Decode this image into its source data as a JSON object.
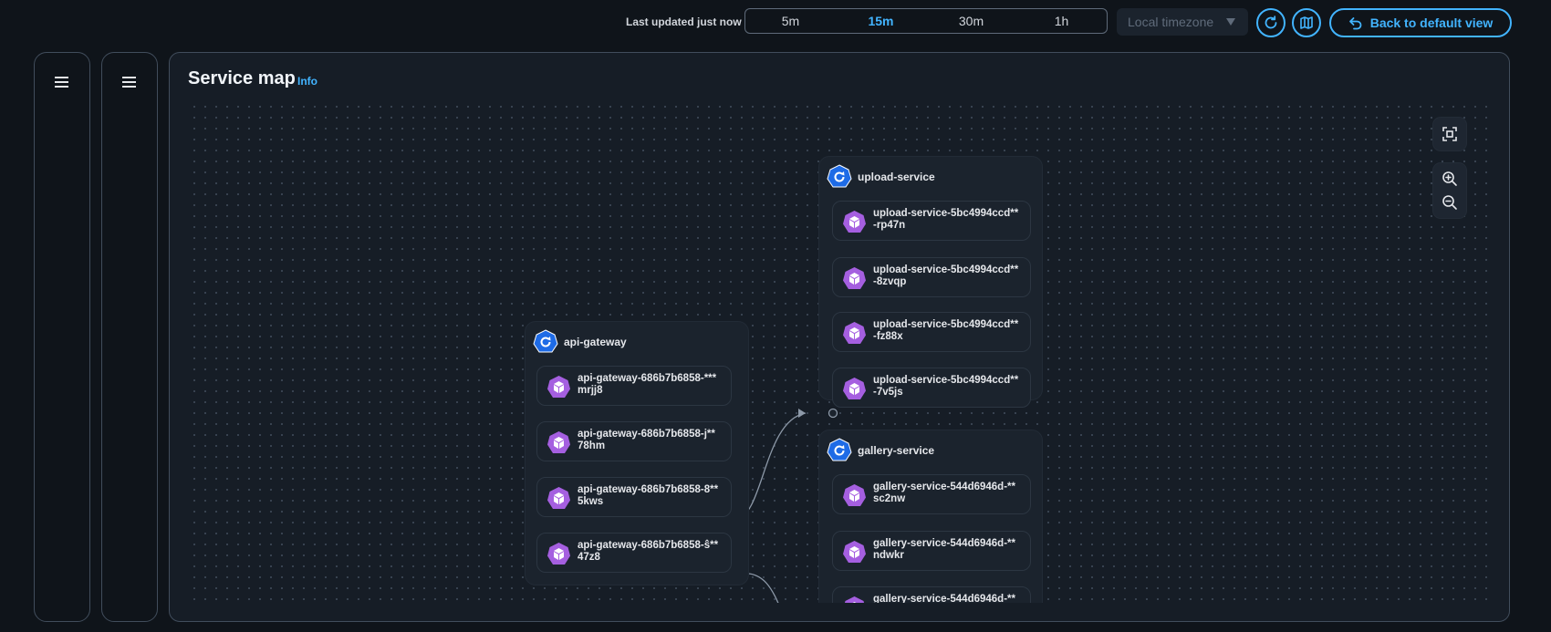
{
  "toolbar": {
    "last_updated": "Last updated just now",
    "ranges": [
      "5m",
      "15m",
      "30m",
      "1h"
    ],
    "active_range": "15m",
    "timezone": "Local timezone",
    "back_label": "Back to default view"
  },
  "panel": {
    "title": "Service map",
    "info": "Info"
  },
  "services": [
    {
      "name": "upload-service",
      "pods": [
        "upload-service-5bc4994ccd**\n-rp47n",
        "upload-service-5bc4994ccd**\n-8zvqp",
        "upload-service-5bc4994ccd**\n-fz88x",
        "upload-service-5bc4994ccd**\n-7v5js"
      ]
    },
    {
      "name": "api-gateway",
      "pods": [
        "api-gateway-686b7b6858-***\nmrjj8",
        "api-gateway-686b7b6858-j**\n78hm",
        "api-gateway-686b7b6858-8**\n5kws",
        "api-gateway-686b7b6858-ŝ**\n47z8"
      ]
    },
    {
      "name": "gallery-service",
      "pods": [
        "gallery-service-544d6946d-**\nsc2nw",
        "gallery-service-544d6946d-**\nndwkr",
        "gallery-service-544d6946d-**"
      ]
    }
  ],
  "colors": {
    "accent": "#42b4ff",
    "service_icon": "#1e6be6",
    "pod_icon": "#a55fe0",
    "background": "#0f141a"
  },
  "icons": {
    "refresh": "refresh-icon",
    "map": "map-icon",
    "undo": "undo-arrow-icon",
    "fit": "fit-to-screen-icon",
    "zoom_in": "zoom-in-icon",
    "zoom_out": "zoom-out-icon",
    "menu": "hamburger-menu-icon"
  }
}
